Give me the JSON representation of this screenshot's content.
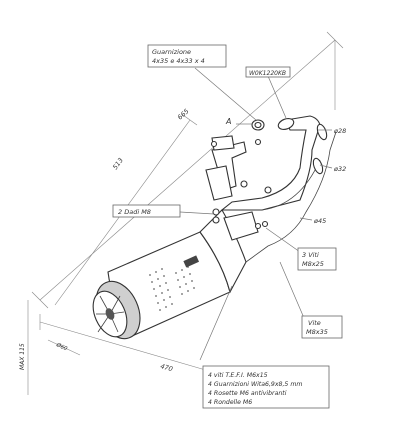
{
  "callouts": {
    "gasket": [
      "Guarnizione",
      "4x35 e 4x33 x 4"
    ],
    "gasket_code": "W0K1220KB",
    "screws_m8": "2 Dadi M8",
    "screws_side": [
      "3 Viti",
      "M8x25"
    ],
    "screw_bottom": [
      "Vite",
      "M8x35"
    ],
    "kit_list": [
      "4 viti T.E.F.I. M6x15",
      "4 Guarnizioni Wita6,9x8,5 mm",
      "4 Rosette M6 antivibranti",
      "4 Rondelle M6"
    ]
  },
  "labels": {
    "letter_a": "A",
    "dim_top": "665",
    "dim_mid": "513",
    "dim_bottom": "470",
    "dim_outlet": "MAX 115",
    "dim_end": "Ø60",
    "dia_flange": "ø28",
    "dia_pipe": "ø32",
    "dia_joint": "ø45"
  },
  "colors": {
    "line": "#333333",
    "shade": "#cfcfcf"
  }
}
